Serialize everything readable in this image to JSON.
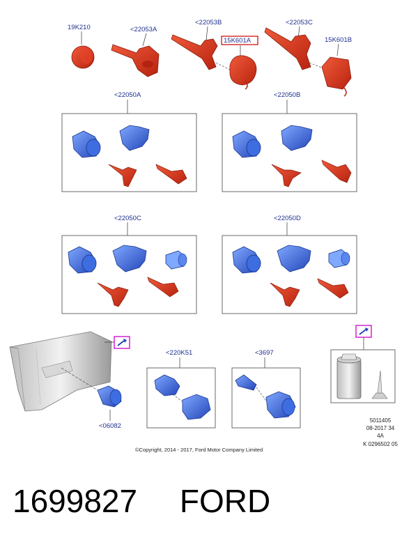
{
  "parts": {
    "p19k210": "19K210",
    "p22053a": "<22053A",
    "p22053b": "<22053B",
    "p15k601a": "15K601A",
    "p22053c": "<22053C",
    "p15k601b": "15K601B",
    "p22050a": "<22050A",
    "p22050b": "<22050B",
    "p22050c": "<22050C",
    "p22050d": "<22050D",
    "p220k51": "<220K51",
    "p3697": "<3697",
    "p06082": "<06082"
  },
  "copyright": "©Copyright, 2014 - 2017, Ford Motor Company Limited",
  "reference": {
    "line1": "5011405",
    "line2": "08-2017 34",
    "line3": "4A",
    "line4": "K 0296502 05"
  },
  "footer": {
    "part_number": "1699827",
    "brand": "FORD"
  },
  "colors": {
    "label": "#1f2f8f",
    "red_part": "#d9341c",
    "blue_part": "#2f5fd6",
    "highlight_box": "#cc0000",
    "magenta_marker": "#cc00cc"
  },
  "icons": {
    "grease_marker": "grease-gun-icon"
  }
}
